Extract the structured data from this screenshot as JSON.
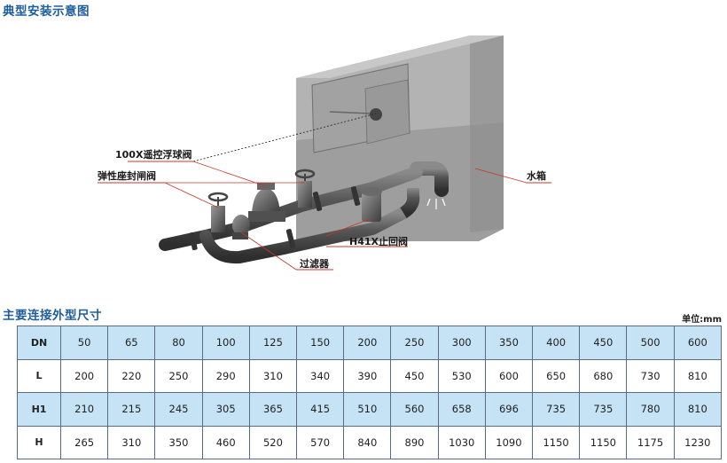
{
  "headings": {
    "install": "典型安装示意图",
    "dimensions": "主要连接外型尺寸",
    "unit": "单位:mm"
  },
  "callouts": {
    "float_valve": "100X遥控浮球阀",
    "gate_valve": "弹性座封闸阀",
    "water_tank": "水箱",
    "check_valve": "H41X止回阀",
    "filter": "过滤器"
  },
  "table": {
    "rows": [
      {
        "header": "DN",
        "style": "blue",
        "values": [
          "50",
          "65",
          "80",
          "100",
          "125",
          "150",
          "200",
          "250",
          "300",
          "350",
          "400",
          "450",
          "500",
          "600"
        ]
      },
      {
        "header": "L",
        "style": "white",
        "values": [
          "200",
          "220",
          "250",
          "290",
          "310",
          "340",
          "390",
          "450",
          "530",
          "600",
          "650",
          "680",
          "730",
          "810"
        ]
      },
      {
        "header": "H1",
        "style": "blue",
        "values": [
          "210",
          "215",
          "245",
          "305",
          "365",
          "415",
          "510",
          "560",
          "658",
          "696",
          "735",
          "735",
          "780",
          "810"
        ]
      },
      {
        "header": "H",
        "style": "white",
        "values": [
          "265",
          "310",
          "350",
          "460",
          "520",
          "570",
          "840",
          "890",
          "1030",
          "1090",
          "1150",
          "1150",
          "1175",
          "1230"
        ]
      }
    ]
  },
  "colors": {
    "heading": "#1d5d9e",
    "table_blue": "#c5e3f4",
    "table_border": "#5a6b85",
    "callout_line": "#c0392b",
    "pipe": "#4a4a4a",
    "tank": "#a8a8a8"
  }
}
